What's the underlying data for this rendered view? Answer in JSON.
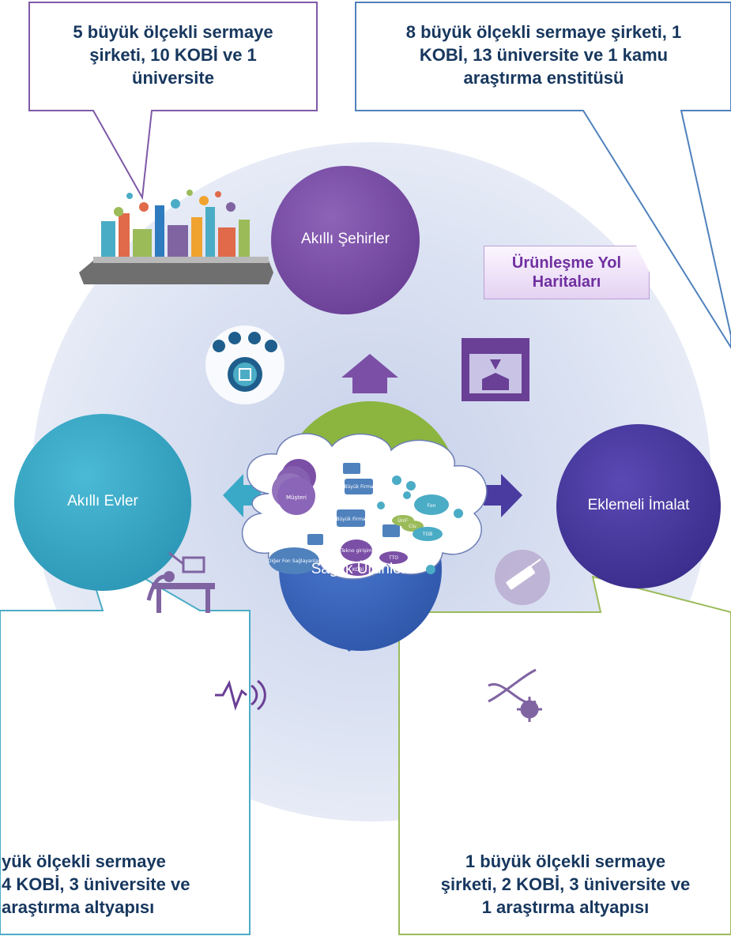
{
  "callouts": {
    "top_left": [
      "5 büyük ölçekli sermaye",
      "şirketi, 10 KOBİ ve 1",
      "üniversite"
    ],
    "top_right": [
      "8 büyük ölçekli sermaye şirketi, 1",
      "KOBİ, 13 üniversite ve 1 kamu",
      "araştırma enstitüsü"
    ],
    "bottom_left": [
      "yük ölçekli sermaye",
      "4 KOBİ, 3 üniversite ve",
      "araştırma altyapısı"
    ],
    "bottom_right": [
      "1 büyük ölçekli sermaye",
      "şirketi, 2 KOBİ, 3 üniversite ve",
      "1 araştırma altyapısı"
    ]
  },
  "circles": {
    "top": "Akıllı Şehirler",
    "left": "Akıllı Evler",
    "right": "Eklemeli İmalat",
    "bottom": "Sağlık Ürünleri"
  },
  "tag": [
    "Ürünleşme Yol",
    "Haritaları"
  ],
  "cloud_labels": {
    "musteri": "Müşteri",
    "buyuk_firma_1": "Büyük Firma",
    "buyuk_firma_2": "Büyük Firma",
    "fon": "Fon",
    "unlu": "Ünlü",
    "ciu": "Ciu",
    "tgb": "TGB",
    "tekno_girisim": "Tekno girişim",
    "diger_fon": "Diğer Fon Sağlayanlar",
    "kobi": "KOBİ",
    "tto": "TTO"
  },
  "colors": {
    "purple": "#7b4fa6",
    "teal": "#3aa9c7",
    "indigo": "#4a3ba0",
    "blue": "#3a66be",
    "green": "#8bb53f",
    "bg_circle": "#d4dcee"
  }
}
